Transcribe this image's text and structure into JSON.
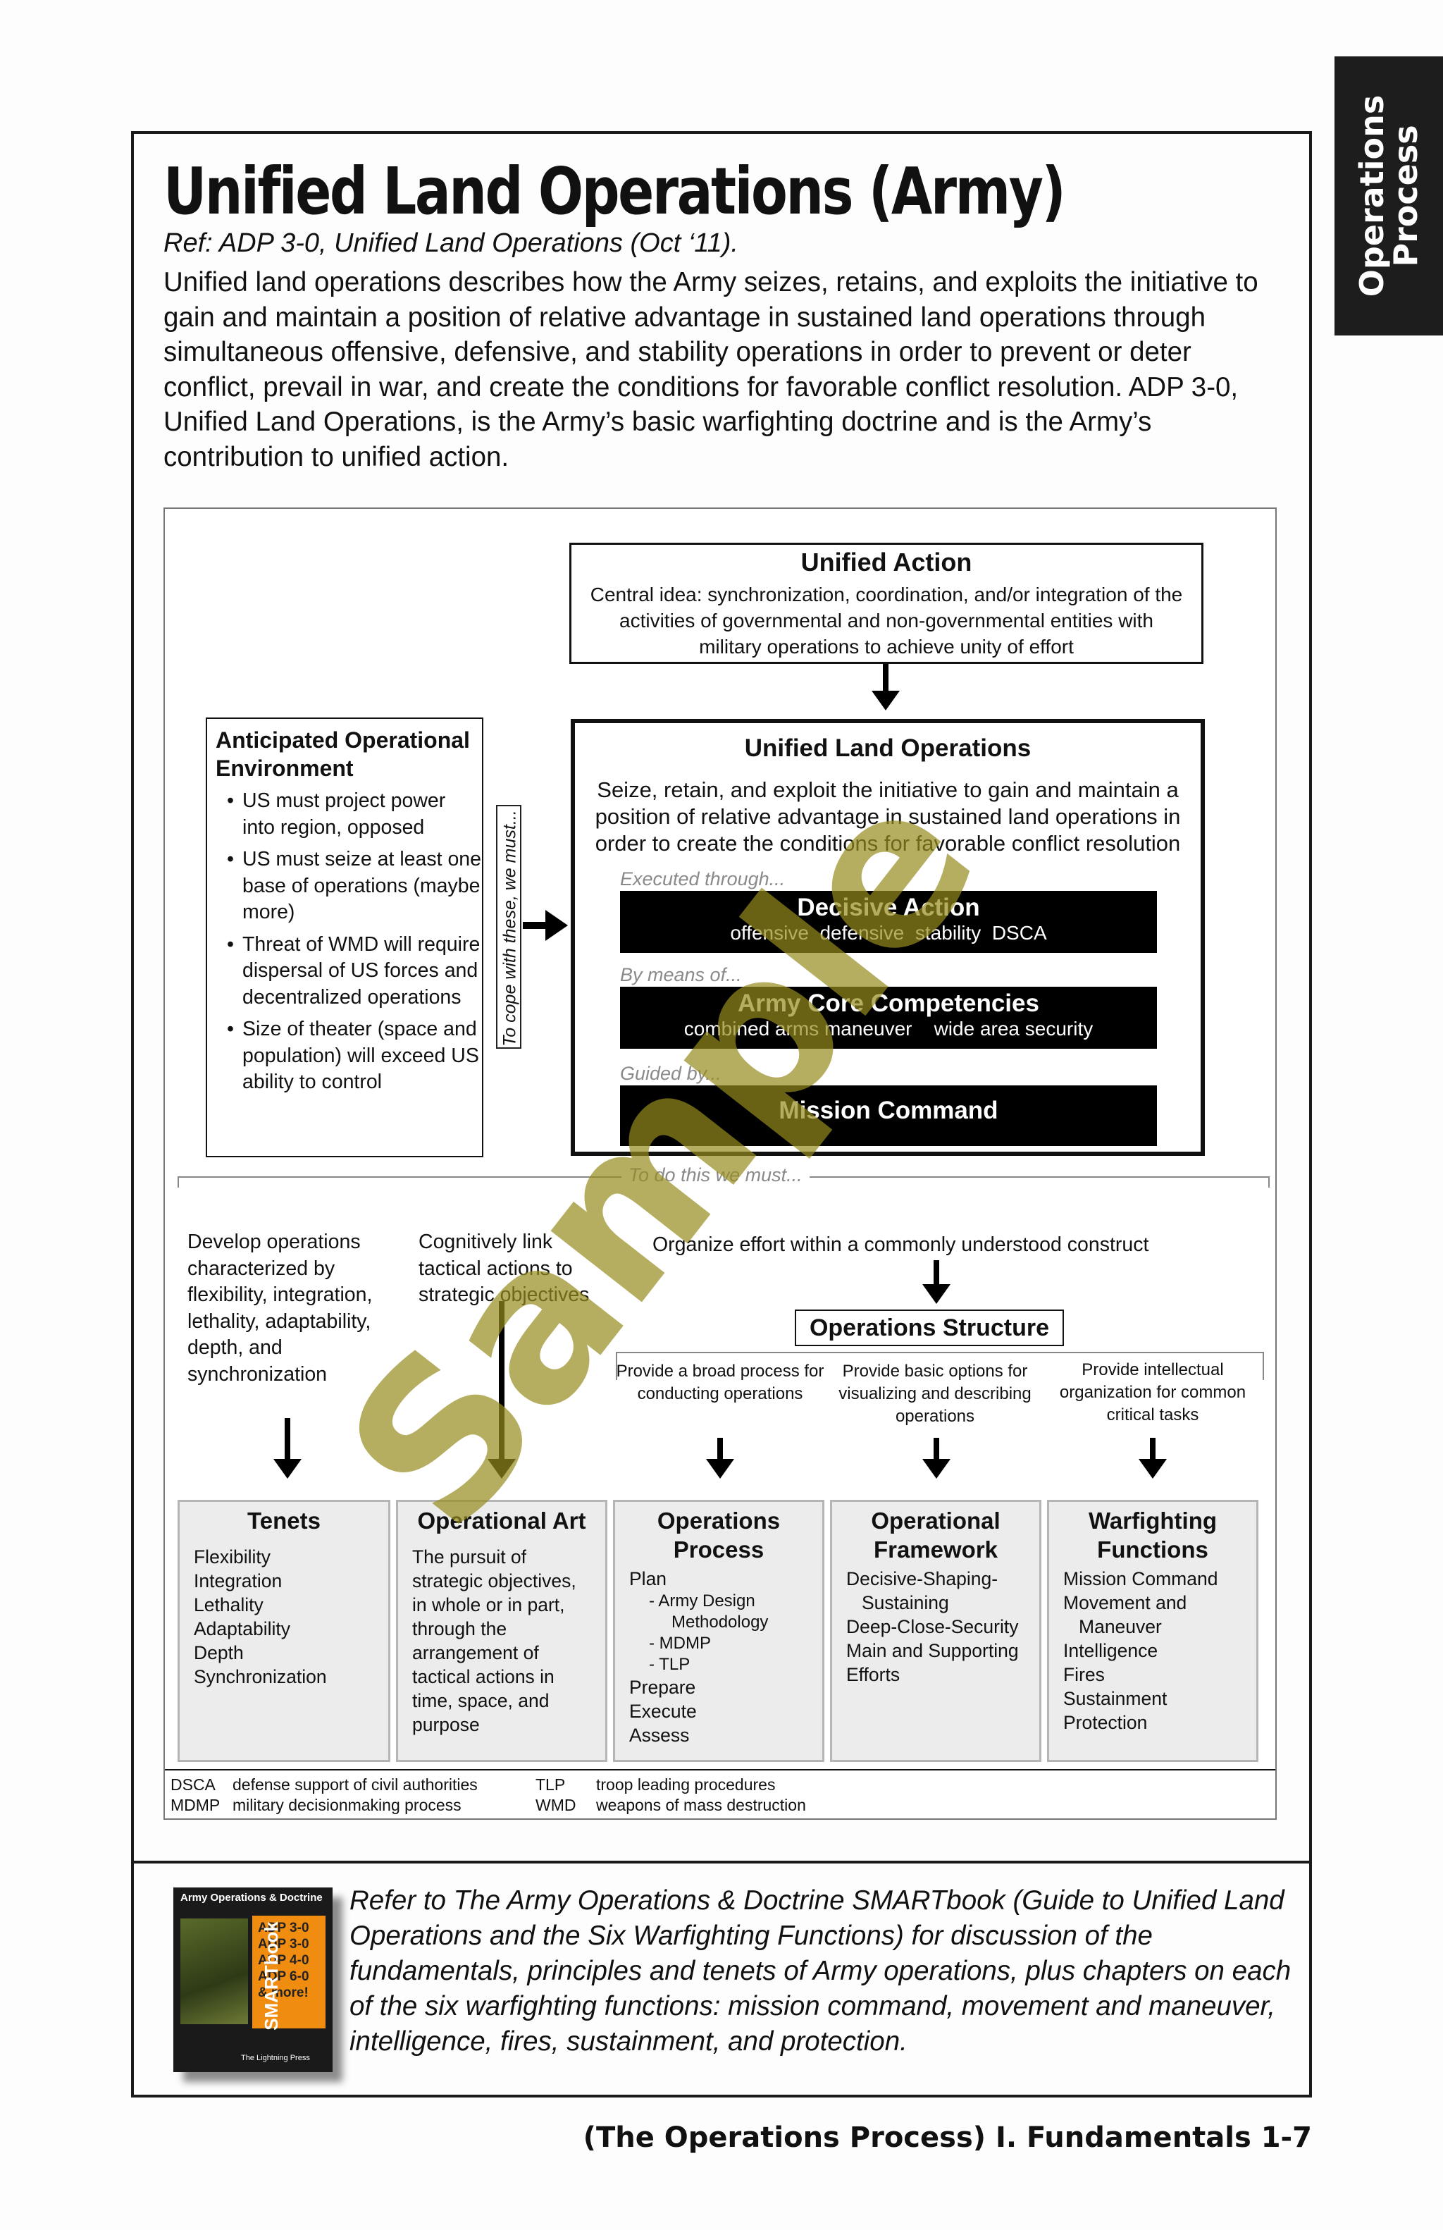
{
  "side_tab": "Operations Process",
  "header": {
    "title": "Unified Land Operations (Army)",
    "ref": "Ref: ADP 3-0, Unified Land Operations (Oct ‘11).",
    "intro": "Unified land operations describes how the Army seizes, retains, and exploits the initiative to gain and maintain a position of relative advantage in sustained land operations through simultaneous offensive, defensive, and stability operations in order to prevent or deter conflict, prevail in war, and create the conditions for favorable conflict resolution. ADP 3-0, Unified Land Operations, is the Army’s basic warfighting doctrine and is the Army’s contribution to unified action."
  },
  "diagram": {
    "unified_action": {
      "title": "Unified Action",
      "text": "Central idea: synchronization, coordination, and/or integration of the activities of governmental and non-governmental entities with military operations to achieve unity of effort"
    },
    "environment": {
      "title": "Anticipated Operational Environment",
      "items": [
        "US must project power into region, opposed",
        "US must seize at least one base of operations (maybe more)",
        "Threat of WMD will require dispersal of US forces and decentralized operations",
        "Size of theater (space and population) will exceed US ability to control"
      ]
    },
    "cope_label": "To cope with these, we must...",
    "ulo": {
      "title": "Unified Land Operations",
      "text": "Seize, retain, and exploit the initiative to gain and maintain a position of relative advantage in sustained land operations in order to create the conditions for favorable conflict resolution",
      "executed_label": "Executed through...",
      "decisive_action": {
        "title": "Decisive Action",
        "sub": "offensive  defensive  stability  DSCA"
      },
      "by_means_label": "By means of...",
      "core_competencies": {
        "title": "Army Core Competencies",
        "sub": "combined arms maneuver    wide area security"
      },
      "guided_label": "Guided by...",
      "mission_command": "Mission Command"
    },
    "to_do_label": "To do this we must...",
    "descriptions": {
      "tenets": "Develop operations characterized by flexibility, integration, lethality, adaptability, depth, and synchronization",
      "op_art": "Cognitively link tactical actions to strategic objectives",
      "organize": "Organize effort within a commonly understood construct"
    },
    "ops_structure": {
      "title": "Operations Structure",
      "sub1": "Provide a broad process for conducting operations",
      "sub2": "Provide basic options for visualizing and describing operations",
      "sub3": "Provide intellectual organization for common critical tasks"
    },
    "columns": {
      "tenets": {
        "title": "Tenets",
        "items": [
          "Flexibility",
          "Integration",
          "Lethality",
          "Adaptability",
          "Depth",
          "Synchronization"
        ]
      },
      "op_art": {
        "title": "Operational Art",
        "text": "The pursuit of strategic objectives, in whole or in part, through the arrangement of tactical actions in time, space, and purpose"
      },
      "ops_process": {
        "title": "Operations Process",
        "plan": "Plan",
        "sub1a": "- Army Design",
        "sub1b": "Methodology",
        "sub2": "- MDMP",
        "sub3": "- TLP",
        "prepare": "Prepare",
        "execute": "Execute",
        "assess": "Assess"
      },
      "op_framework": {
        "title": "Operational Framework",
        "i1a": "Decisive-Shaping-",
        "i1b": "Sustaining",
        "i2": "Deep-Close-Security",
        "i3a": "Main and Supporting",
        "i3b": "Efforts"
      },
      "warfighting": {
        "title": "Warfighting Functions",
        "i1": "Mission Command",
        "i2a": "Movement and",
        "i2b": "Maneuver",
        "i3": "Intelligence",
        "i4": "Fires",
        "i5": "Sustainment",
        "i6": "Protection"
      }
    },
    "abbreviations": [
      {
        "abbr": "DSCA",
        "def": "defense support of civil authorities"
      },
      {
        "abbr": "MDMP",
        "def": "military decisionmaking process"
      },
      {
        "abbr": "TLP",
        "def": "troop leading procedures"
      },
      {
        "abbr": "WMD",
        "def": "weapons of mass destruction"
      }
    ]
  },
  "watermark": "Sample",
  "book": {
    "title": "Army Operations & Doctrine",
    "list": [
      "ADP 3-0",
      "ADP 3-0",
      "ADP 4-0",
      "ADP 6-0",
      "& more!"
    ],
    "spine": "SMARTbook",
    "publisher": "The Lightning Press"
  },
  "refer_text": "Refer to The Army Operations & Doctrine SMARTbook (Guide to Unified Land Operations and the Six Warfighting Functions) for discussion of the fundamentals, principles and tenets of Army operations, plus chapters on each of the six warfighting functions: mission command, movement and maneuver, intelligence, fires, sustainment, and protection.",
  "footer": "(The Operations Process) I. Fundamentals  1-7"
}
